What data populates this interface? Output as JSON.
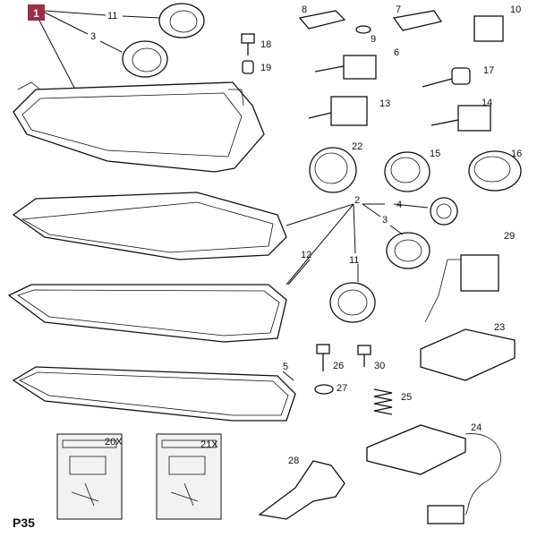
{
  "diagram": {
    "page_code": "P35",
    "main_callout": "1",
    "main_callout_color": "#9b2d45",
    "callouts": {
      "c11a": "11",
      "c3a": "3",
      "c18": "18",
      "c19": "19",
      "c8": "8",
      "c9": "9",
      "c7": "7",
      "c10": "10",
      "c6": "6",
      "c17": "17",
      "c13": "13",
      "c14": "14",
      "c22": "22",
      "c15": "15",
      "c16": "16",
      "c2": "2",
      "c4": "4",
      "c3b": "3",
      "c29": "29",
      "c12": "12",
      "c11b": "11",
      "c23": "23",
      "c5": "5",
      "c26": "26",
      "c30": "30",
      "c27": "27",
      "c25": "25",
      "c24": "24",
      "c20x": "20X",
      "c21x": "21X",
      "c28": "28"
    }
  }
}
